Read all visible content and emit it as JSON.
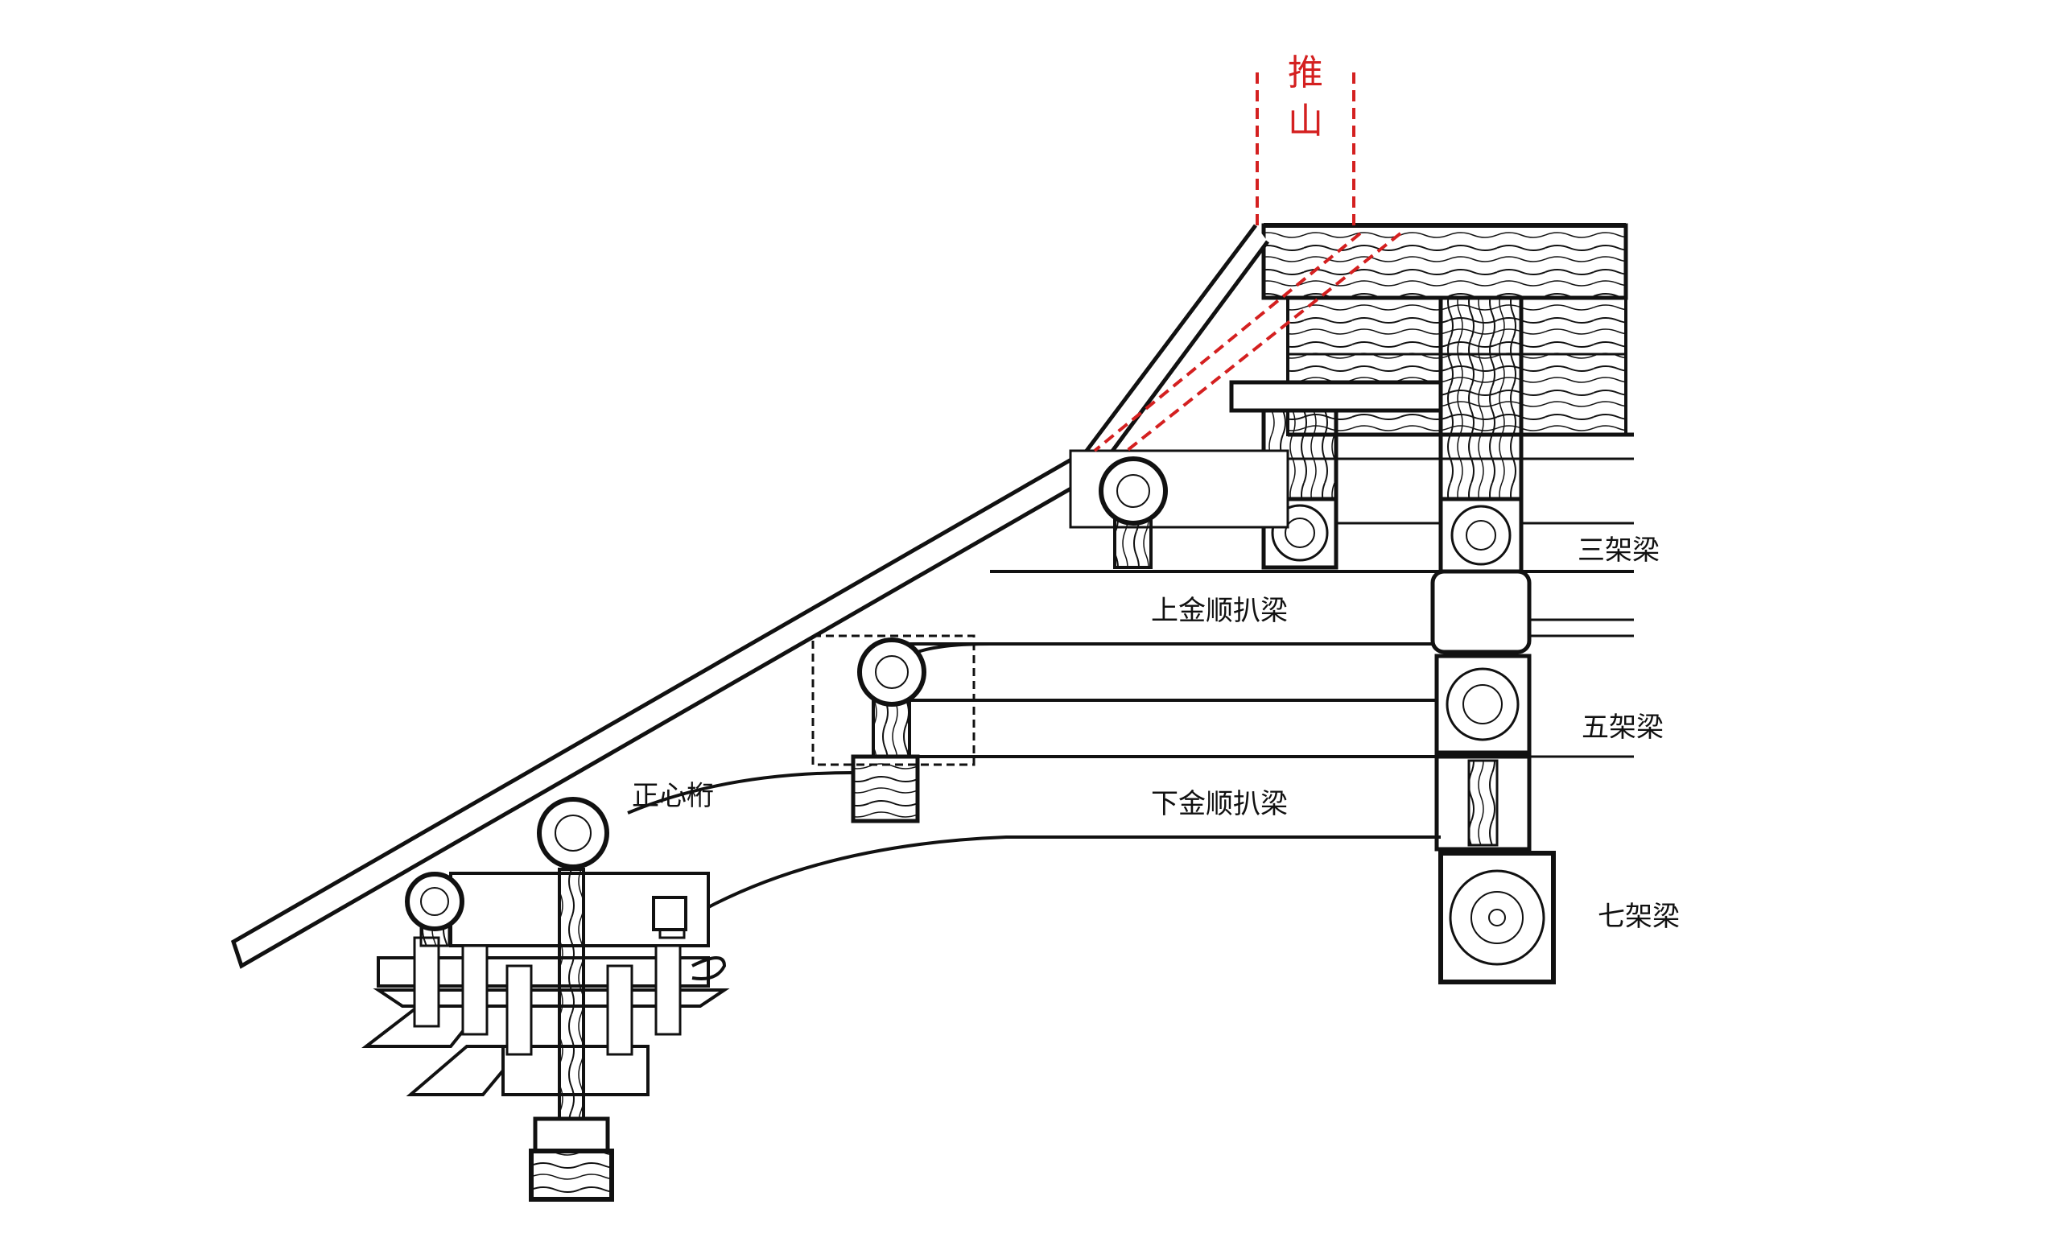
{
  "labels": {
    "tuishan": {
      "line1": "推",
      "line2": "山"
    },
    "san_jia_liang": "三架梁",
    "wu_jia_liang": "五架梁",
    "qi_jia_liang": "七架梁",
    "shang_jin_shun_ba_liang": "上金顺扒梁",
    "xia_jin_shun_ba_liang": "下金顺扒梁",
    "zheng_xin_heng": "正心桁"
  },
  "colors": {
    "ink": "#111111",
    "accent_red": "#d42020",
    "background": "#ffffff"
  }
}
